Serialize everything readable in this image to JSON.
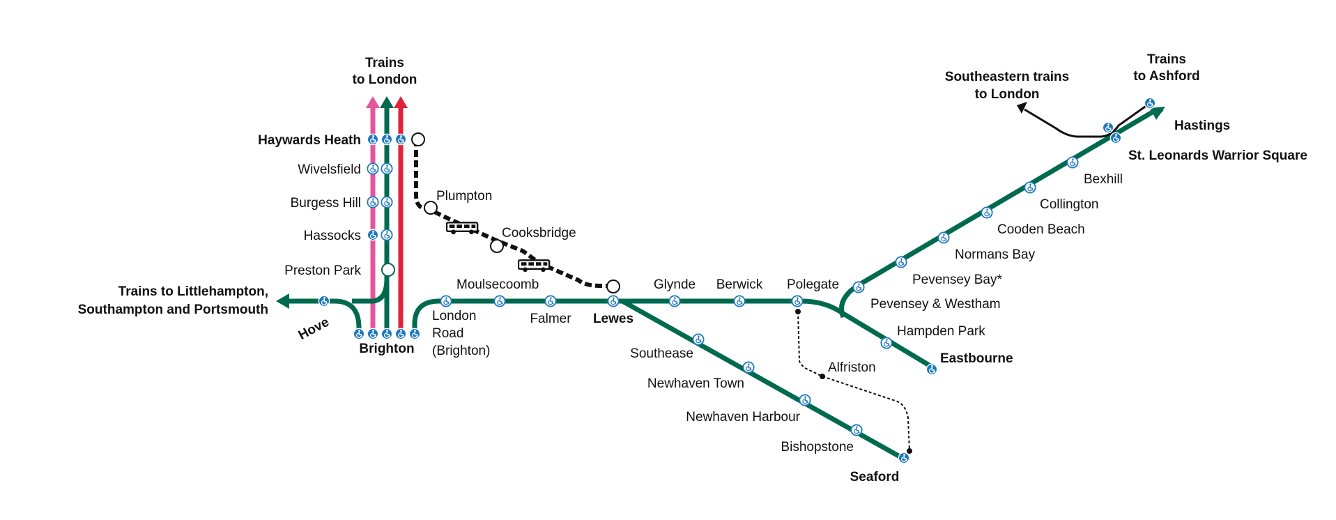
{
  "colors": {
    "green": "#006a4e",
    "pink": "#e5559b",
    "red": "#e1233a",
    "blue": "#1d77bf",
    "black": "#111111"
  },
  "destinations": {
    "london_north": [
      "Trains",
      "to London"
    ],
    "west": [
      "Trains to Littlehampton,",
      "Southampton and Portsmouth"
    ],
    "southeastern": [
      "Southeastern trains",
      "to London"
    ],
    "ashford": [
      "Trains",
      "to Ashford"
    ]
  },
  "stations": {
    "haywards_heath": "Haywards Heath",
    "wivelsfield": "Wivelsfield",
    "burgess_hill": "Burgess Hill",
    "hassocks": "Hassocks",
    "preston_park": "Preston Park",
    "hove": "Hove",
    "brighton": "Brighton",
    "london_road": [
      "London",
      "Road",
      "(Brighton)"
    ],
    "moulsecoomb": "Moulsecoomb",
    "falmer": "Falmer",
    "lewes": "Lewes",
    "plumpton": "Plumpton",
    "cooksbridge": "Cooksbridge",
    "glynde": "Glynde",
    "berwick": "Berwick",
    "polegate": "Polegate",
    "southease": "Southease",
    "newhaven_town": "Newhaven Town",
    "newhaven_harbour": "Newhaven Harbour",
    "bishopstone": "Bishopstone",
    "seaford": "Seaford",
    "alfriston": "Alfriston",
    "hampden_park": "Hampden Park",
    "eastbourne": "Eastbourne",
    "pevensey_westham": "Pevensey & Westham",
    "pevensey_bay": "Pevensey Bay*",
    "normans_bay": "Normans Bay",
    "cooden_beach": "Cooden Beach",
    "collington": "Collington",
    "bexhill": "Bexhill",
    "st_leonards": "St. Leonards Warrior Square",
    "hastings": "Hastings"
  }
}
